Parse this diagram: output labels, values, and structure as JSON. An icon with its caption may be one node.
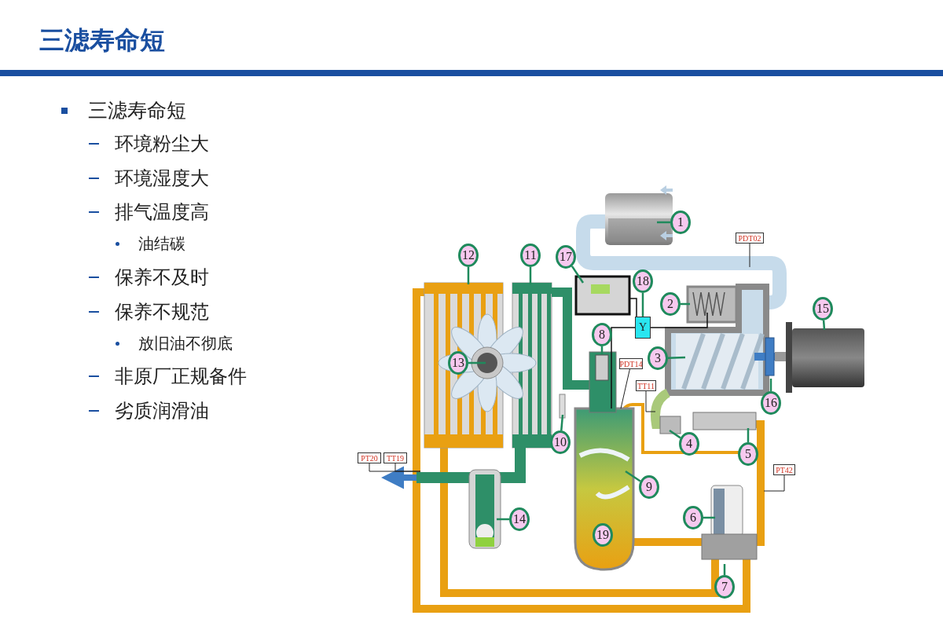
{
  "diagram": {
    "title": "三滤寿命短",
    "nodes": [
      {
        "text": [
          "1"
        ]
      },
      {
        "text": [
          "PDT02"
        ]
      },
      {
        "text": [
          "12"
        ]
      },
      {
        "text": [
          "11"
        ]
      },
      {
        "text": [
          "17"
        ]
      },
      {
        "text": [
          "18"
        ]
      },
      {
        "text": [
          "2"
        ]
      },
      {
        "text": [
          "15"
        ]
      },
      {
        "text": [
          "8"
        ]
      },
      {
        "text": [
          "3"
        ]
      },
      {
        "text": [
          "13"
        ]
      },
      {
        "text": [
          "PDT14"
        ]
      },
      {
        "text": [
          "TT11"
        ]
      },
      {
        "text": [
          "16"
        ]
      },
      {
        "text": [
          "4"
        ]
      },
      {
        "text": [
          "10"
        ]
      },
      {
        "text": [
          "5"
        ]
      },
      {
        "text": [
          "PT20"
        ]
      },
      {
        "text": [
          "TT19"
        ]
      },
      {
        "text": [
          "9"
        ]
      },
      {
        "text": [
          "PT42"
        ]
      },
      {
        "text": [
          "6"
        ]
      },
      {
        "text": [
          "14"
        ]
      },
      {
        "text": [
          "19"
        ]
      },
      {
        "text": [
          "7"
        ]
      },
      {
        "text": [
          "Y"
        ]
      }
    ],
    "edges": [
      {
        "from": 0,
        "to": null,
        "arrow": "none"
      },
      {
        "from": 1,
        "to": null,
        "arrow": "none",
        "color": "#222222"
      },
      {
        "from": 2,
        "to": null,
        "arrow": "none"
      },
      {
        "from": 3,
        "to": null,
        "arrow": "none"
      },
      {
        "from": 4,
        "to": null,
        "arrow": "none"
      },
      {
        "from": 5,
        "to": 25,
        "arrow": "none"
      },
      {
        "from": 6,
        "to": null,
        "arrow": "none"
      },
      {
        "from": 7,
        "to": null,
        "arrow": "none"
      },
      {
        "from": 8,
        "to": null,
        "arrow": "none"
      },
      {
        "from": 9,
        "to": null,
        "arrow": "none"
      },
      {
        "from": 10,
        "to": null,
        "arrow": "none"
      },
      {
        "from": 11,
        "to": null,
        "arrow": "none",
        "color": "#222222"
      },
      {
        "from": 12,
        "to": null,
        "arrow": "none",
        "color": "#222222"
      },
      {
        "from": 13,
        "to": null,
        "arrow": "none"
      },
      {
        "from": 14,
        "to": null,
        "arrow": "none"
      },
      {
        "from": 15,
        "to": null,
        "arrow": "none"
      },
      {
        "from": 16,
        "to": null,
        "arrow": "none"
      },
      {
        "from": 17,
        "to": null,
        "arrow": "none",
        "color": "#222222"
      },
      {
        "from": 18,
        "to": null,
        "arrow": "none",
        "color": "#222222"
      },
      {
        "from": 19,
        "to": null,
        "arrow": "none"
      },
      {
        "from": 20,
        "to": null,
        "arrow": "none",
        "color": "#222222"
      },
      {
        "from": 21,
        "to": null,
        "arrow": "none"
      },
      {
        "from": 22,
        "to": null,
        "arrow": "none"
      },
      {
        "from": 24,
        "to": null,
        "arrow": "none"
      }
    ],
    "labels": [
      "三滤寿命短",
      "环境粉尘大",
      "环境湿度大",
      "排气温度高",
      "油结碳",
      "保养不及时",
      "保养不规范",
      "放旧油不彻底",
      "非原厂正规备件",
      "劣质润滑油"
    ]
  }
}
